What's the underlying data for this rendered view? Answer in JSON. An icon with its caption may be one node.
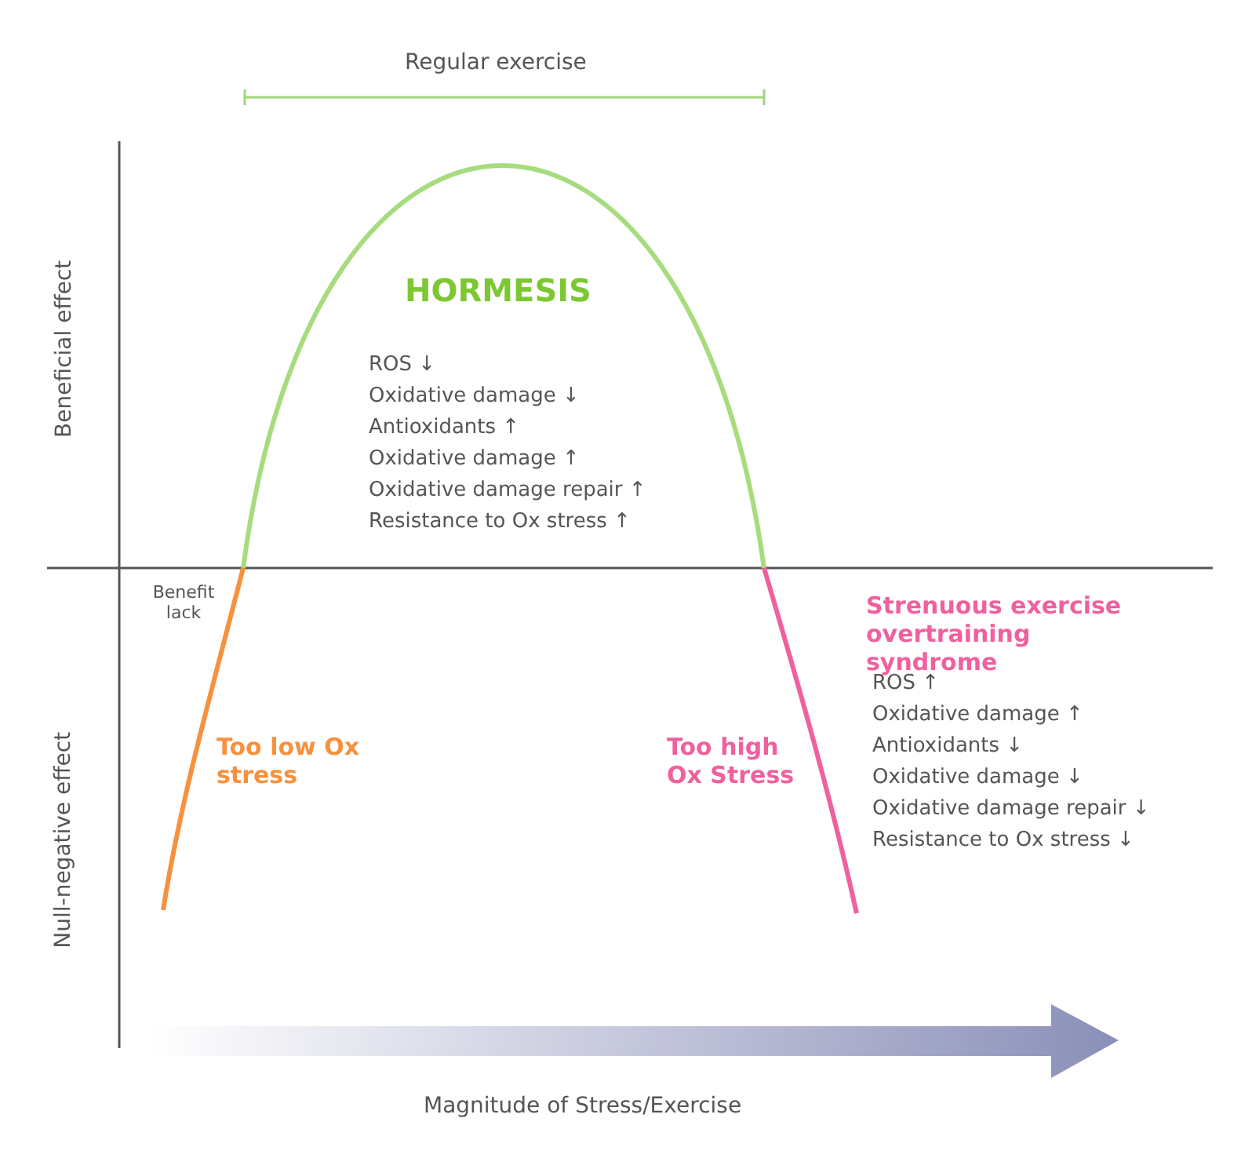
{
  "diagram": {
    "labels": [
      "Regular exercise",
      "HORMESIS",
      "ROS ↓",
      "Oxidative damage ↓",
      "Antioxidants ↑",
      "Oxidative damage ↑",
      "Oxidative damage repair ↑",
      "Resistance to Ox stress ↑",
      "Beneficial effect",
      "Benefit lack",
      "Null-negative effect",
      "Too low Ox stress",
      "Too high Ox Stress",
      "Strenuous exercise overtraining syndrome",
      "ROS ↑",
      "Oxidative damage ↑",
      "Antioxidants ↓",
      "Oxidative damage ↓",
      "Oxidative damage repair ↓",
      "Resistance to Ox stress ↓",
      "Magnitude of Stress/Exercise"
    ]
  }
}
